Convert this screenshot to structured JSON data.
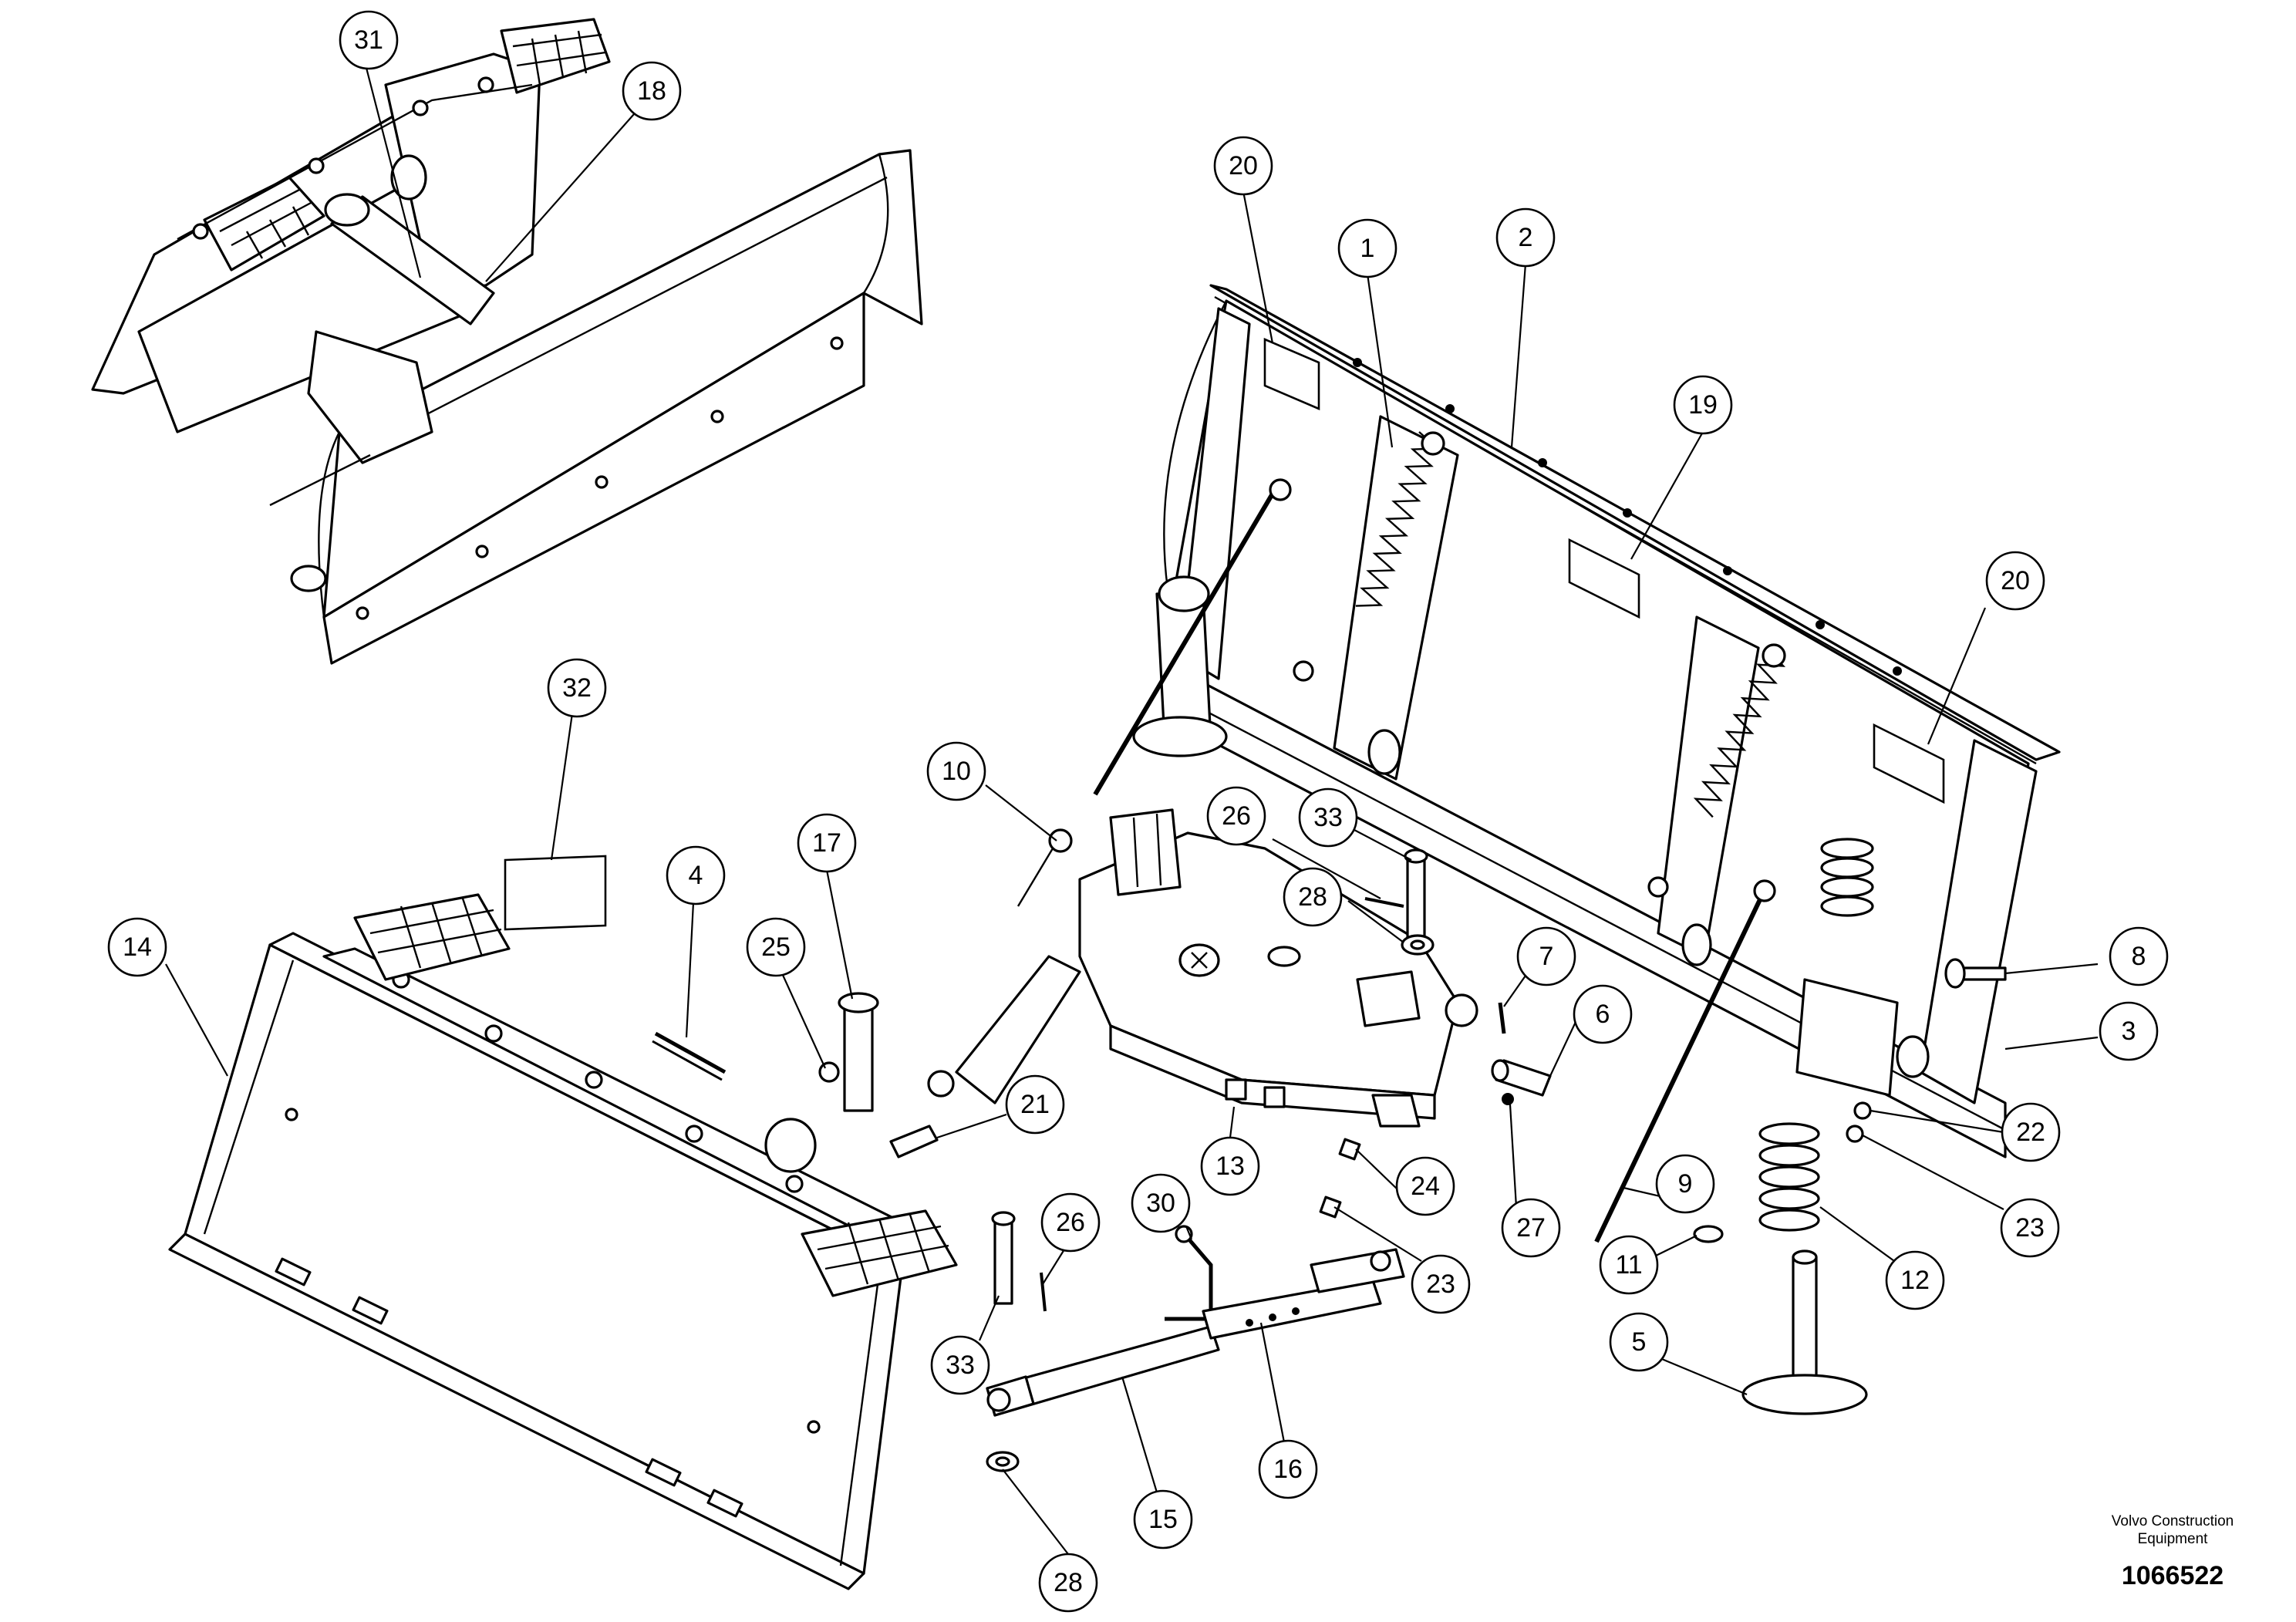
{
  "diagram": {
    "type": "exploded-parts-view",
    "callouts": [
      {
        "id": "c31a",
        "num": "31"
      },
      {
        "id": "c18",
        "num": "18"
      },
      {
        "id": "c20a",
        "num": "20"
      },
      {
        "id": "c1",
        "num": "1"
      },
      {
        "id": "c2",
        "num": "2"
      },
      {
        "id": "c19",
        "num": "19"
      },
      {
        "id": "c20b",
        "num": "20"
      },
      {
        "id": "c32",
        "num": "32"
      },
      {
        "id": "c4",
        "num": "4"
      },
      {
        "id": "c17",
        "num": "17"
      },
      {
        "id": "c25",
        "num": "25"
      },
      {
        "id": "c14",
        "num": "14"
      },
      {
        "id": "c10",
        "num": "10"
      },
      {
        "id": "c26a",
        "num": "26"
      },
      {
        "id": "c33a",
        "num": "33"
      },
      {
        "id": "c28a",
        "num": "28"
      },
      {
        "id": "c7",
        "num": "7"
      },
      {
        "id": "c6",
        "num": "6"
      },
      {
        "id": "c8",
        "num": "8"
      },
      {
        "id": "c3",
        "num": "3"
      },
      {
        "id": "c21",
        "num": "21"
      },
      {
        "id": "c13",
        "num": "13"
      },
      {
        "id": "c24",
        "num": "24"
      },
      {
        "id": "c23a",
        "num": "23"
      },
      {
        "id": "c27",
        "num": "27"
      },
      {
        "id": "c9",
        "num": "9"
      },
      {
        "id": "c22",
        "num": "22"
      },
      {
        "id": "c23b",
        "num": "23"
      },
      {
        "id": "c11",
        "num": "11"
      },
      {
        "id": "c12",
        "num": "12"
      },
      {
        "id": "c30",
        "num": "30"
      },
      {
        "id": "c26b",
        "num": "26"
      },
      {
        "id": "c33b",
        "num": "33"
      },
      {
        "id": "c5",
        "num": "5"
      },
      {
        "id": "c16",
        "num": "16"
      },
      {
        "id": "c15",
        "num": "15"
      },
      {
        "id": "c28b",
        "num": "28"
      }
    ]
  },
  "footer": {
    "maker_line1": "Volvo Construction",
    "maker_line2": "Equipment",
    "doc_number": "1066522"
  }
}
